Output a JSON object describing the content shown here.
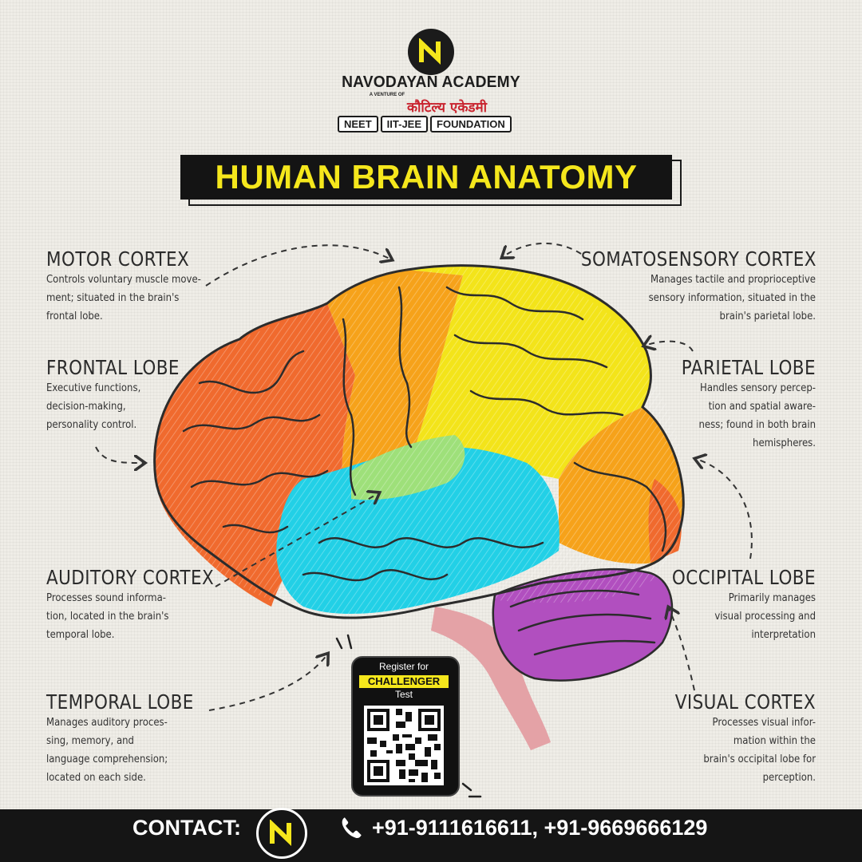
{
  "header": {
    "brand": "NAVODAYAN ACADEMY",
    "venture": "A VENTURE OF",
    "hindi_name": "कौटिल्य एकेडमी",
    "tags": [
      "NEET",
      "IIT-JEE",
      "FOUNDATION"
    ],
    "logo_icon": "n-monogram-icon",
    "accent": "#f5e71c"
  },
  "title": "HUMAN BRAIN ANATOMY",
  "labels": {
    "motor": {
      "title": "MOTOR CORTEX",
      "lines": [
        "Controls voluntary muscle move-",
        "ment; situated in the brain's",
        "frontal lobe."
      ]
    },
    "frontal": {
      "title": "FRONTAL LOBE",
      "lines": [
        "Executive functions,",
        "decision-making,",
        "personality control."
      ]
    },
    "auditory": {
      "title": "AUDITORY CORTEX",
      "lines": [
        "Processes sound informa-",
        "tion, located in the brain's",
        "temporal lobe."
      ]
    },
    "temporal": {
      "title": "TEMPORAL LOBE",
      "lines": [
        "Manages auditory proces-",
        "sing, memory, and",
        "language comprehension;",
        "located on each side."
      ]
    },
    "somato": {
      "title": "SOMATOSENSORY CORTEX",
      "lines": [
        "Manages tactile and proprioceptive",
        "sensory information, situated in the",
        "brain's parietal lobe."
      ]
    },
    "parietal": {
      "title": "PARIETAL LOBE",
      "lines": [
        "Handles sensory percep-",
        "tion and spatial aware-",
        "ness; found in both brain",
        "hemispheres."
      ]
    },
    "occipital": {
      "title": "OCCIPITAL LOBE",
      "lines": [
        "Primarily manages",
        "visual processing and",
        "interpretation"
      ]
    },
    "visual": {
      "title": "VISUAL CORTEX",
      "lines": [
        "Processes visual infor-",
        "mation within the",
        "brain's occipital lobe for",
        "perception."
      ]
    }
  },
  "qr": {
    "line1": "Register for",
    "highlight": "CHALLENGER",
    "line2": "Test"
  },
  "footer": {
    "contact_label": "CONTACT:",
    "phone_icon": "phone-icon",
    "phones": "+91-9111616611,   +91-9669666129"
  },
  "colors": {
    "frontal": "#f06a2e",
    "motor": "#f6a21a",
    "somatosensory": "#f3e41a",
    "parietal": "#f6a21a",
    "temporal": "#22d0e6",
    "auditory": "#9ee07a",
    "occipital": "#b14fbf",
    "stem": "#e4a2a6"
  }
}
